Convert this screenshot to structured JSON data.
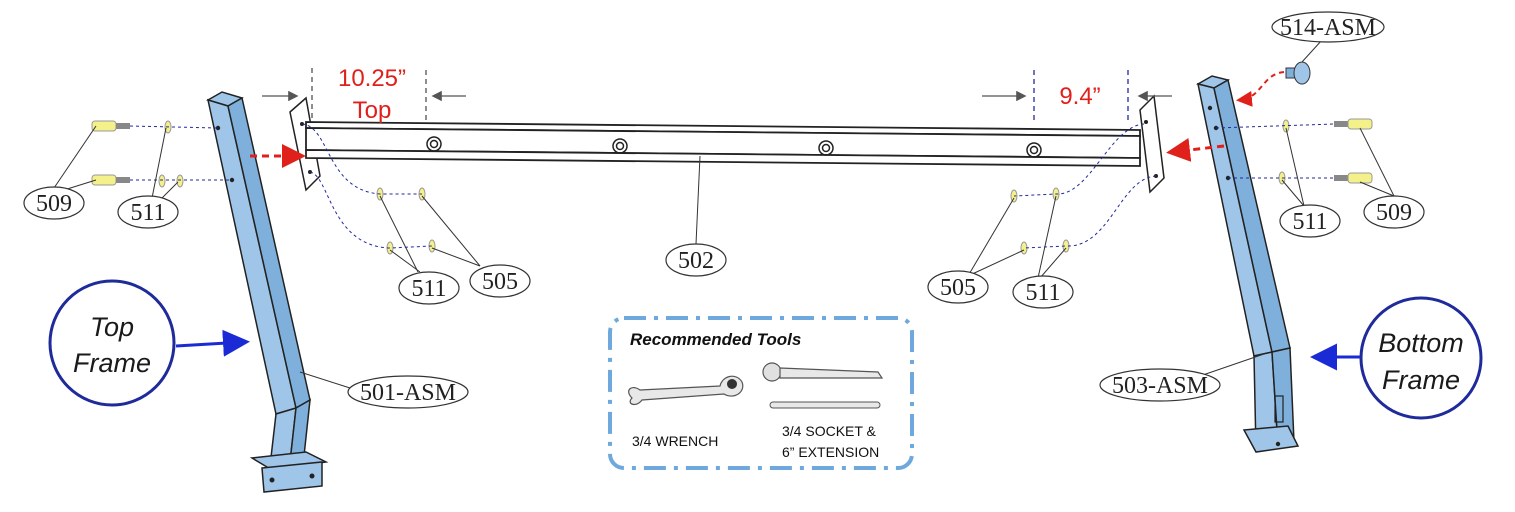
{
  "callouts": {
    "c514": "514-ASM",
    "c509_left": "509",
    "c511_left": "511",
    "c511_mid_left": "511",
    "c505_left": "505",
    "c502": "502",
    "c505_right": "505",
    "c511_mid_right": "511",
    "c511_right": "511",
    "c509_right": "509",
    "c501": "501-ASM",
    "c503": "503-ASM"
  },
  "dimensions": {
    "left_value": "10.25”",
    "left_note": "Top",
    "right_value": "9.4”"
  },
  "labels": {
    "top_frame_line1": "Top",
    "top_frame_line2": "Frame",
    "bottom_frame_line1": "Bottom",
    "bottom_frame_line2": "Frame"
  },
  "tools": {
    "title": "Recommended Tools",
    "wrench": "3/4 WRENCH",
    "socket_line1": "3/4 SOCKET &",
    "socket_line2": "6” EXTENSION"
  },
  "colors": {
    "frame_fill": "#9fc5e8",
    "dimension_red": "#e0201b",
    "leader_blue": "#1f2a9b",
    "tools_border": "#6fa8dc",
    "circle_border": "#1f2a9b"
  }
}
